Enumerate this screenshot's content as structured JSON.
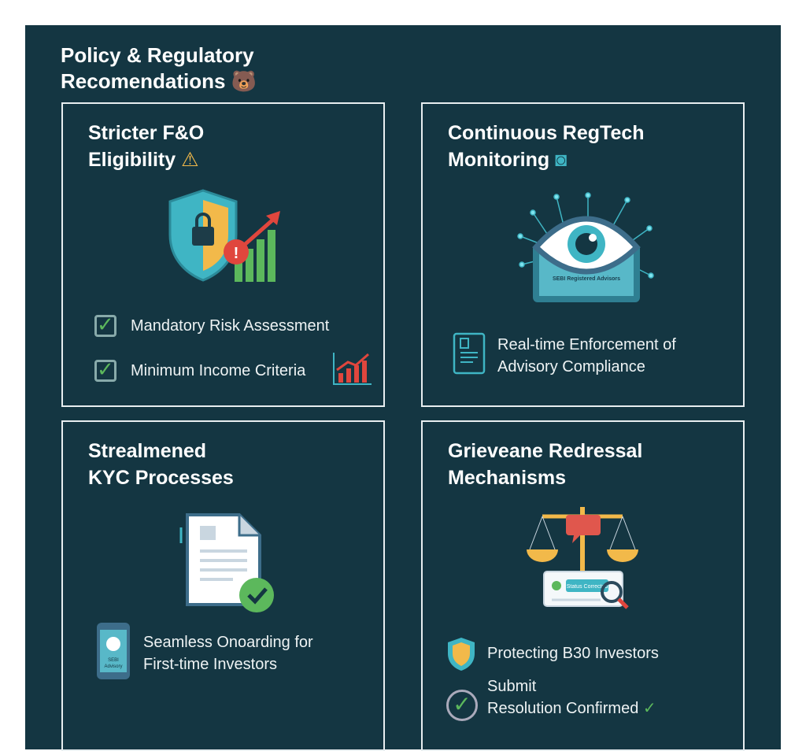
{
  "title": {
    "line1": "Policy & Regulatory",
    "line2": "Recomendations"
  },
  "cards": [
    {
      "title1": "Stricter F&O",
      "title2": "Eligibility",
      "items": [
        "Mandatory Risk Assessment",
        "Minimum Income Criteria"
      ]
    },
    {
      "title1": "Continuous RegTech",
      "title2": "Monitoring",
      "screen_label": "SEBI Registered Advisors",
      "items": [
        "Real-time Enforcement of",
        "Advisory Compliance"
      ]
    },
    {
      "title1": "Strealmened",
      "title2": "KYC Processes",
      "phone_label1": "SEBI",
      "phone_label2": "Advisory",
      "items": [
        "Seamless Onoarding for",
        "First-time Investors"
      ]
    },
    {
      "title1": "Grieveane Redressal",
      "title2": "Mechanisms",
      "card_label": "Status Corrected",
      "items": [
        "Protecting B30 Investors",
        "Submit",
        "Resolution Confirmed"
      ]
    }
  ],
  "colors": {
    "panel": "#143642",
    "accent": "#3fb5c4",
    "check": "#5cb85c",
    "alert": "#e0463d",
    "gold": "#f2b94a"
  }
}
